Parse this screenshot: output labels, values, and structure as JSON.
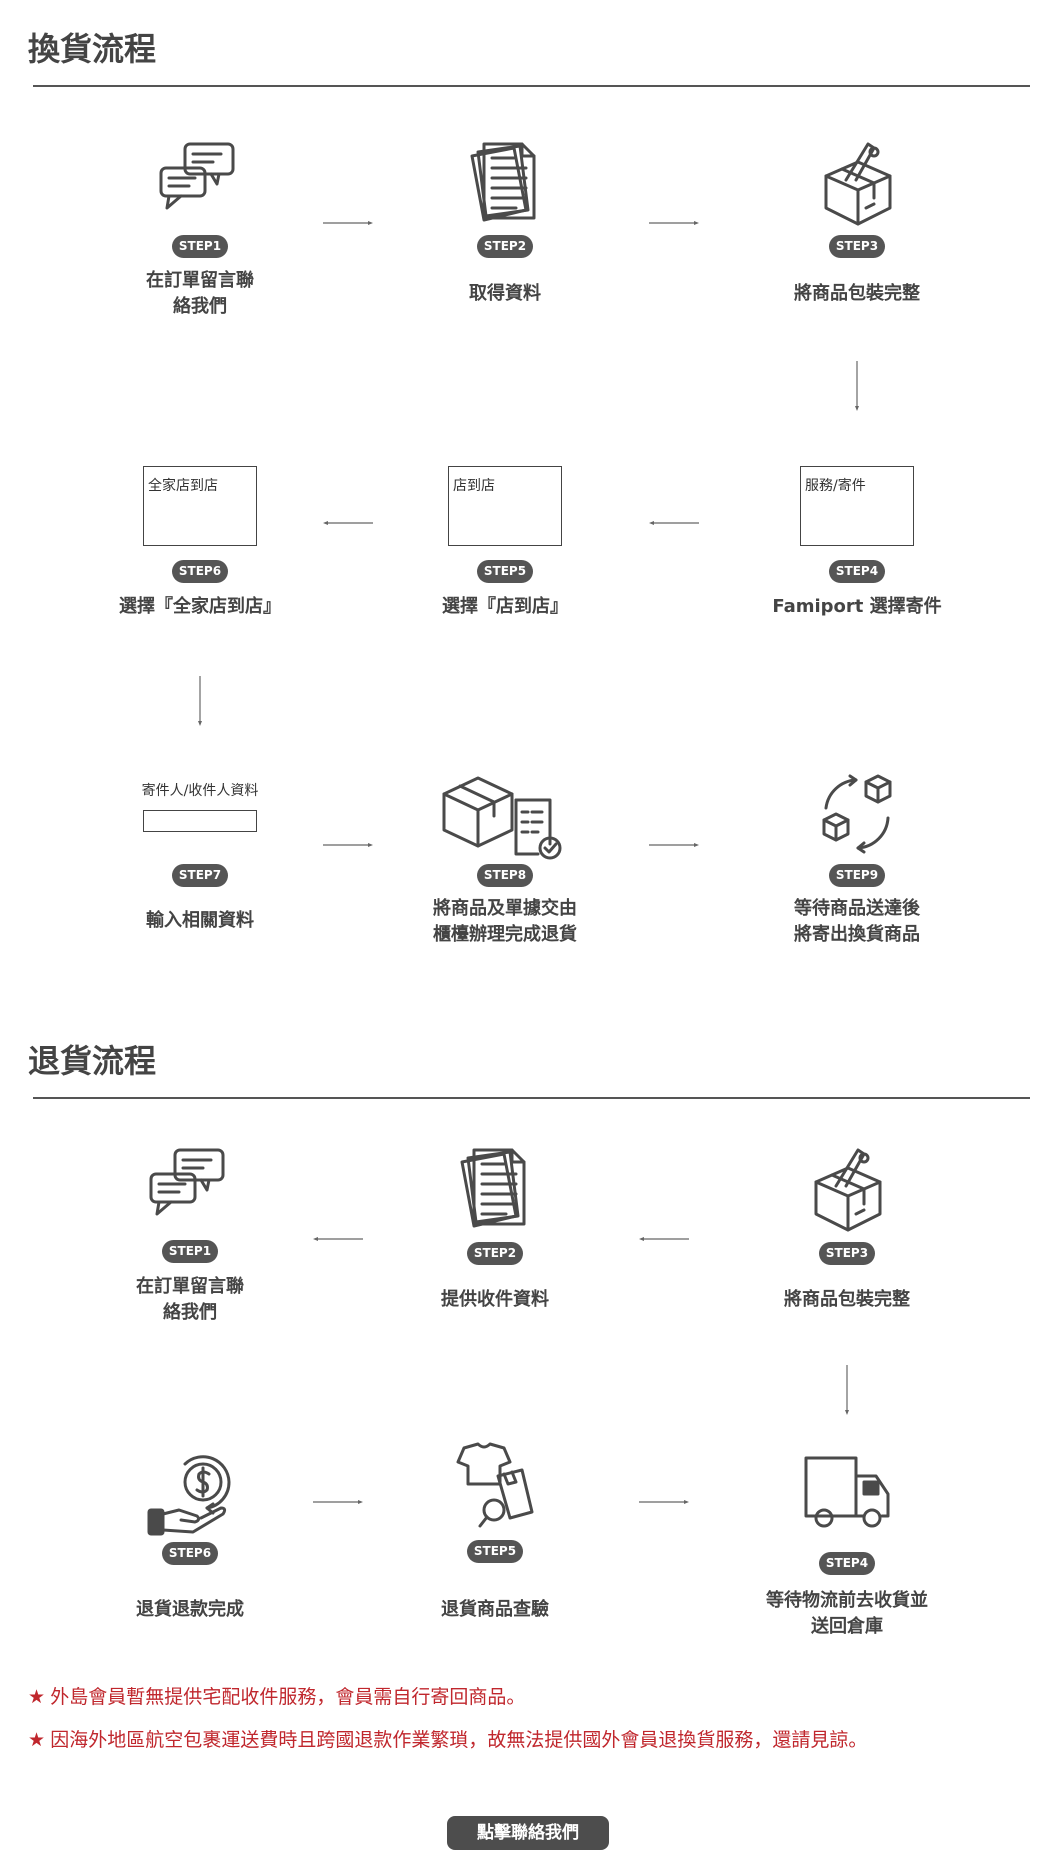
{
  "exchange": {
    "title": "換貨流程",
    "steps": [
      {
        "badge": "STEP1",
        "label": "在訂單留言聯\n絡我們",
        "icon": "chat-bubbles-icon"
      },
      {
        "badge": "STEP2",
        "label": "取得資料",
        "icon": "documents-icon"
      },
      {
        "badge": "STEP3",
        "label": "將商品包裝完整",
        "icon": "package-tape-icon"
      },
      {
        "badge": "STEP4",
        "label": "Famiport 選擇寄件",
        "screen": "服務/寄件"
      },
      {
        "badge": "STEP5",
        "label": "選擇『店到店』",
        "screen": "店到店"
      },
      {
        "badge": "STEP6",
        "label": "選擇『全家店到店』",
        "screen": "全家店到店"
      },
      {
        "badge": "STEP7",
        "label": "輸入相關資料",
        "caption": "寄件人/收件人資料"
      },
      {
        "badge": "STEP8",
        "label": "將商品及單據交由\n櫃檯辦理完成退貨",
        "icon": "box-receipt-icon"
      },
      {
        "badge": "STEP9",
        "label": "等待商品送達後\n將寄出換貨商品",
        "icon": "exchange-cycle-icon"
      }
    ]
  },
  "return": {
    "title": "退貨流程",
    "steps": [
      {
        "badge": "STEP1",
        "label": "在訂單留言聯\n絡我們",
        "icon": "chat-bubbles-icon"
      },
      {
        "badge": "STEP2",
        "label": "提供收件資料",
        "icon": "documents-icon"
      },
      {
        "badge": "STEP3",
        "label": "將商品包裝完整",
        "icon": "package-tape-icon"
      },
      {
        "badge": "STEP4",
        "label": "等待物流前去收貨並\n送回倉庫",
        "icon": "truck-icon"
      },
      {
        "badge": "STEP5",
        "label": "退貨商品查驗",
        "icon": "clothes-inspect-icon"
      },
      {
        "badge": "STEP6",
        "label": "退貨退款完成",
        "icon": "refund-hand-icon"
      }
    ]
  },
  "notes": [
    "★ 外島會員暫無提供宅配收件服務，會員需自行寄回商品。",
    "★  因海外地區航空包裹運送費時且跨國退款作業繁瑣，故無法提供國外會員退換貨服務，還請見諒。"
  ],
  "contact_button": "點擊聯絡我們",
  "colors": {
    "text": "#444444",
    "badge": "#555555",
    "note": "#c0272d",
    "button": "#4d4d4d"
  }
}
